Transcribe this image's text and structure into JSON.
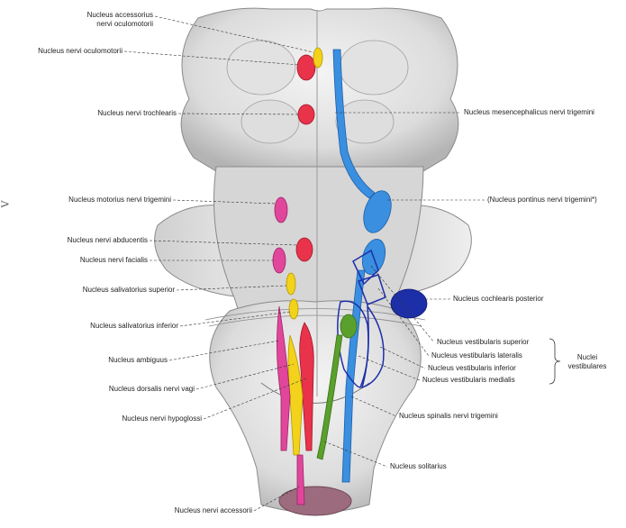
{
  "labels_left": {
    "accessorius_oculomotorii": "Nucleus accessorius\nnervi oculomotorii",
    "nervi_oculomotorii": "Nucleus nervi oculomotorii",
    "nervi_trochlearis": "Nucleus nervi trochlearis",
    "motorius_trigemini": "Nucleus motorius nervi trigemini",
    "nervi_abducentis": "Nucleus nervi abducentis",
    "nervi_facialis": "Nucleus nervi facialis",
    "salivatorius_superior": "Nucleus salivatorius superior",
    "salivatorius_inferior": "Nucleus salivatorius inferior",
    "ambiguus": "Nucleus ambiguus",
    "dorsalis_vagi": "Nucleus dorsalis nervi vagi",
    "nervi_hypoglossi": "Nucleus nervi hypoglossi",
    "nervi_accessorii": "Nucleus nervi accessorii"
  },
  "labels_right": {
    "mesencephalicus_trigemini": "Nucleus mesencephalicus nervi trigemini",
    "pontinus_trigemini": "(Nucleus pontinus nervi trigemini*)",
    "cochlearis_posterior": "Nucleus cochlearis posterior",
    "vestibularis_superior": "Nucleus vestibularis superior",
    "vestibularis_lateralis": "Nucleus vestibularis lateralis",
    "vestibularis_inferior": "Nucleus vestibularis inferior",
    "vestibularis_medialis": "Nucleus vestibularis medialis",
    "vestibulares_group": "Nuclei\nvestibulares",
    "spinalis_trigemini": "Nucleus spinalis nervi trigemini",
    "solitarius": "Nucleus solitarius"
  },
  "margin_note": "V",
  "colors": {
    "motor_red": "#e8334a",
    "parasympathetic_yellow": "#f2d21b",
    "branchial_pink": "#e0479a",
    "sensory_blue": "#3a8fe0",
    "cochlear_navy": "#1d2fa8",
    "solitary_green": "#5aa02c",
    "tissue": "#e6e6e6",
    "tissue_shadow": "#b8b8b8"
  }
}
